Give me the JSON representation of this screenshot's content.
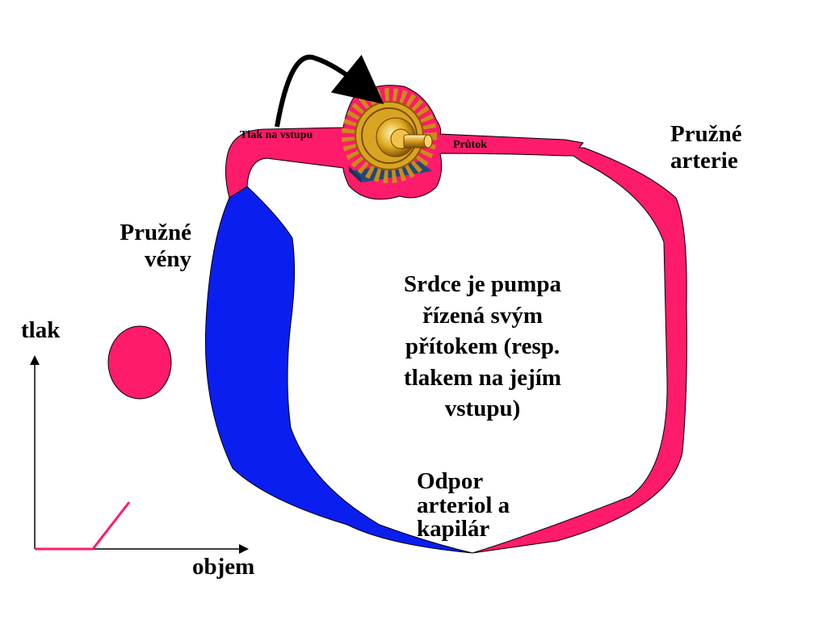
{
  "labels": {
    "veins": [
      "Pružné",
      "vény"
    ],
    "arteries": [
      "Pružné",
      "arterie"
    ],
    "pump_inlet": "Tlak na vstupu",
    "flow": "Průtok",
    "center_lines": [
      "Srdce je pumpa",
      "řízená svým",
      "přítokem (resp.",
      "tlakem na jejím",
      "vstupu)"
    ],
    "resistance_lines": [
      "Odpor",
      "arteriol a",
      "kapilár"
    ],
    "axis_y": "tlak",
    "axis_x": "objem"
  },
  "colors": {
    "vessel_arterial": "#ff1b6b",
    "vessel_venous": "#0a1ef0",
    "curve": "#ff1b6b",
    "arrow": "#000000",
    "gear": "#d9a421",
    "motor_base": "#24477a"
  },
  "icons": {
    "pump": "gear-motor-icon",
    "arrow": "curved-arrow-icon"
  }
}
